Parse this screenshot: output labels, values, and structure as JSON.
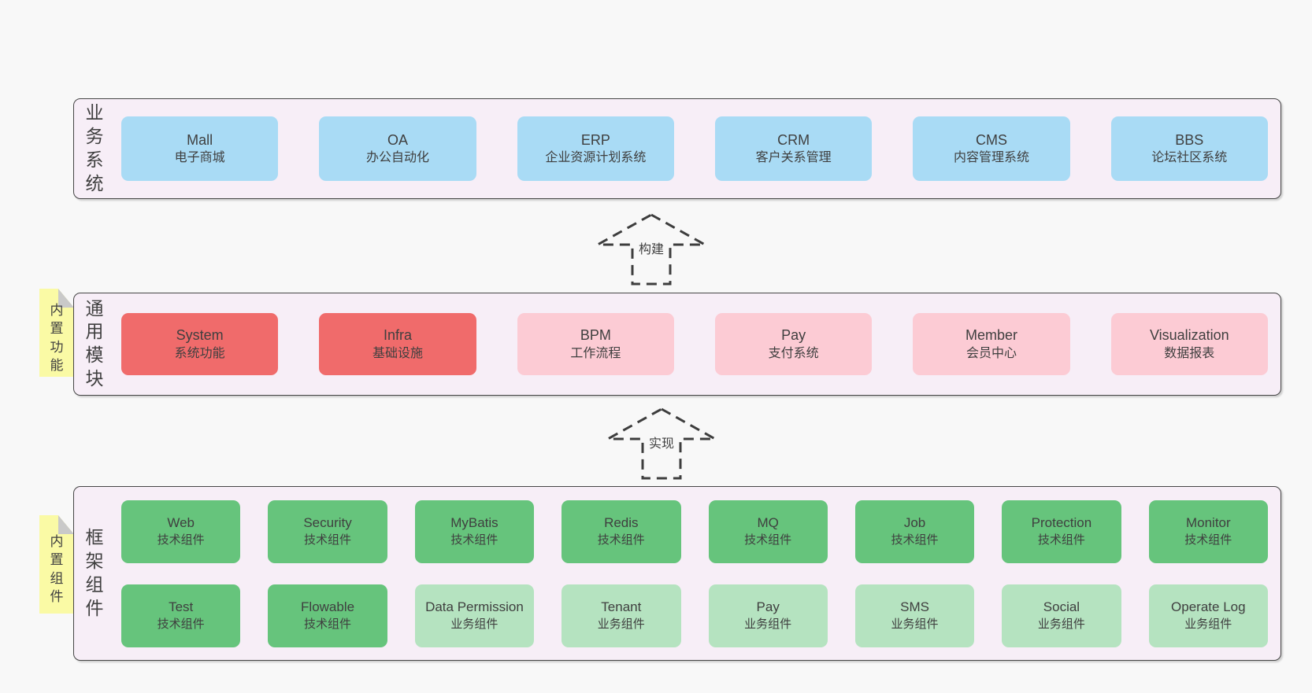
{
  "page": {
    "background": "#f8f8f8"
  },
  "colors": {
    "container_fill": "#f7eef7",
    "container_border": "#464646",
    "note_fill": "#fafaa5",
    "note_fold": "#c9c9c9",
    "arrow_stroke": "#3d3d3d",
    "text": "#3f3f3f",
    "box_colors": {
      "blue": "#a9dbf5",
      "red": "#f06b6b",
      "pink": "#fccbd4",
      "green": "#66c47c",
      "light_green": "#b5e3c0"
    }
  },
  "arrows": [
    {
      "id": "build",
      "label": "构建"
    },
    {
      "id": "implement",
      "label": "实现"
    }
  ],
  "layers": [
    {
      "id": "business-systems",
      "side_label": "业务系统",
      "note": null,
      "rows": [
        [
          {
            "name": "Mall",
            "subtitle": "电子商城",
            "color": "blue"
          },
          {
            "name": "OA",
            "subtitle": "办公自动化",
            "color": "blue"
          },
          {
            "name": "ERP",
            "subtitle": "企业资源计划系统",
            "color": "blue"
          },
          {
            "name": "CRM",
            "subtitle": "客户关系管理",
            "color": "blue"
          },
          {
            "name": "CMS",
            "subtitle": "内容管理系统",
            "color": "blue"
          },
          {
            "name": "BBS",
            "subtitle": "论坛社区系统",
            "color": "blue"
          }
        ]
      ]
    },
    {
      "id": "common-modules",
      "side_label": "通用模块",
      "note": "内置功能",
      "rows": [
        [
          {
            "name": "System",
            "subtitle": "系统功能",
            "color": "red"
          },
          {
            "name": "Infra",
            "subtitle": "基础设施",
            "color": "red"
          },
          {
            "name": "BPM",
            "subtitle": "工作流程",
            "color": "pink"
          },
          {
            "name": "Pay",
            "subtitle": "支付系统",
            "color": "pink"
          },
          {
            "name": "Member",
            "subtitle": "会员中心",
            "color": "pink"
          },
          {
            "name": "Visualization",
            "subtitle": "数据报表",
            "color": "pink"
          }
        ]
      ]
    },
    {
      "id": "framework-components",
      "side_label": "框架组件",
      "note": "内置组件",
      "rows": [
        [
          {
            "name": "Web",
            "subtitle": "技术组件",
            "color": "green"
          },
          {
            "name": "Security",
            "subtitle": "技术组件",
            "color": "green"
          },
          {
            "name": "MyBatis",
            "subtitle": "技术组件",
            "color": "green"
          },
          {
            "name": "Redis",
            "subtitle": "技术组件",
            "color": "green"
          },
          {
            "name": "MQ",
            "subtitle": "技术组件",
            "color": "green"
          },
          {
            "name": "Job",
            "subtitle": "技术组件",
            "color": "green"
          },
          {
            "name": "Protection",
            "subtitle": "技术组件",
            "color": "green"
          },
          {
            "name": "Monitor",
            "subtitle": "技术组件",
            "color": "green"
          }
        ],
        [
          {
            "name": "Test",
            "subtitle": "技术组件",
            "color": "green"
          },
          {
            "name": "Flowable",
            "subtitle": "技术组件",
            "color": "green"
          },
          {
            "name": "Data Permission",
            "subtitle": "业务组件",
            "color": "light_green"
          },
          {
            "name": "Tenant",
            "subtitle": "业务组件",
            "color": "light_green"
          },
          {
            "name": "Pay",
            "subtitle": "业务组件",
            "color": "light_green"
          },
          {
            "name": "SMS",
            "subtitle": "业务组件",
            "color": "light_green"
          },
          {
            "name": "Social",
            "subtitle": "业务组件",
            "color": "light_green"
          },
          {
            "name": "Operate Log",
            "subtitle": "业务组件",
            "color": "light_green"
          }
        ]
      ]
    }
  ]
}
